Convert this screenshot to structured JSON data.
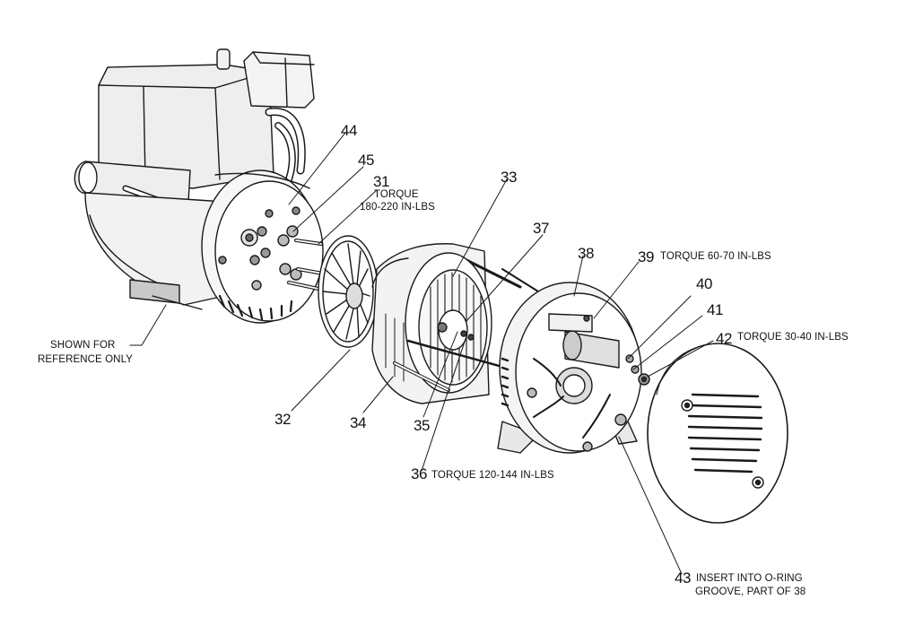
{
  "callouts": [
    {
      "id": "44",
      "label": "44"
    },
    {
      "id": "45",
      "label": "45"
    },
    {
      "id": "31",
      "label": "31"
    },
    {
      "id": "33",
      "label": "33"
    },
    {
      "id": "37",
      "label": "37"
    },
    {
      "id": "38",
      "label": "38"
    },
    {
      "id": "39",
      "label": "39"
    },
    {
      "id": "40",
      "label": "40"
    },
    {
      "id": "41",
      "label": "41"
    },
    {
      "id": "42",
      "label": "42"
    },
    {
      "id": "32",
      "label": "32"
    },
    {
      "id": "34",
      "label": "34"
    },
    {
      "id": "35",
      "label": "35"
    },
    {
      "id": "36",
      "label": "36"
    },
    {
      "id": "43",
      "label": "43"
    }
  ],
  "notes": {
    "torque_31_line1": "TORQUE",
    "torque_31_line2": "180-220 IN-LBS",
    "torque_39": "TORQUE 60-70 IN-LBS",
    "torque_42": "TORQUE 30-40 IN-LBS",
    "torque_36": "TORQUE 120-144 IN-LBS",
    "note_43_line1": "INSERT INTO O-RING",
    "note_43_line2": "GROOVE, PART OF 38",
    "reference_line1": "SHOWN FOR",
    "reference_line2": "REFERENCE ONLY"
  },
  "colors": {
    "ink": "#1a1a1a",
    "shade": "#d9d9d9",
    "dark": "#7a7a7a"
  }
}
